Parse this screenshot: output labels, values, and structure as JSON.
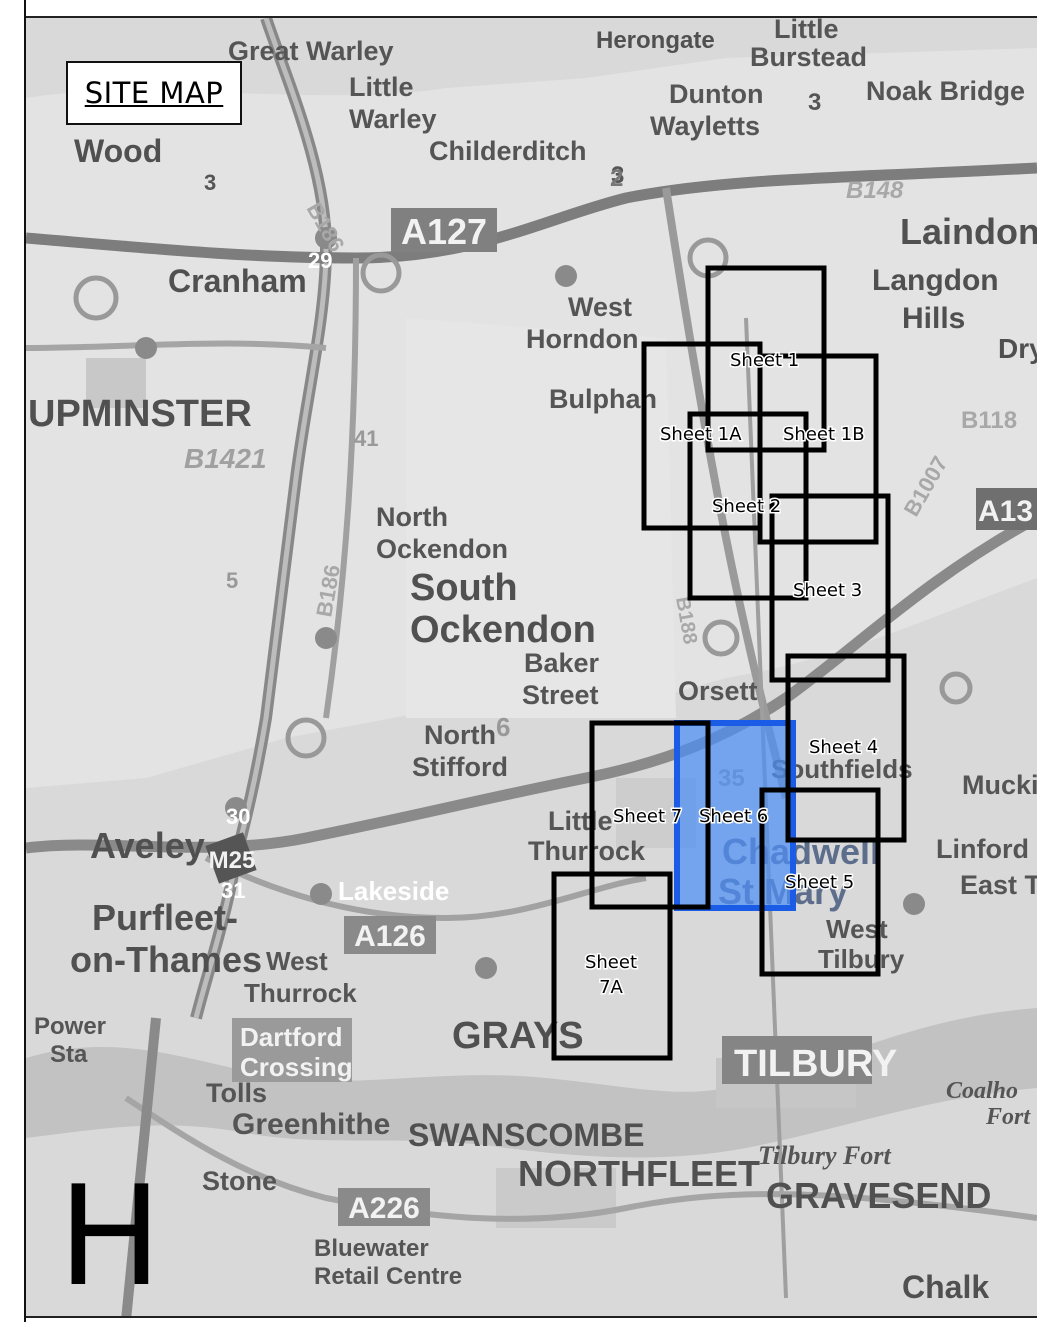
{
  "title": "SITE MAP",
  "drawing_letter": "H",
  "colors": {
    "frame": "#111111",
    "map_bg": "#dcdcdc",
    "sheet_outline": "#000000",
    "highlight_fill": "#4d8ff5",
    "highlight_stroke": "#1a5ce6"
  },
  "highlighted_sheet": "Sheet 6",
  "sheets": [
    {
      "id": "1",
      "label": "Sheet 1"
    },
    {
      "id": "1A",
      "label": "Sheet 1A"
    },
    {
      "id": "1B",
      "label": "Sheet 1B"
    },
    {
      "id": "2",
      "label": "Sheet 2"
    },
    {
      "id": "3",
      "label": "Sheet 3"
    },
    {
      "id": "4",
      "label": "Sheet 4"
    },
    {
      "id": "5",
      "label": "Sheet 5"
    },
    {
      "id": "6",
      "label": "Sheet 6"
    },
    {
      "id": "7",
      "label": "Sheet 7"
    },
    {
      "id": "7A",
      "label_line1": "Sheet",
      "label_line2": "7A"
    }
  ],
  "places": {
    "great_warley": "Great Warley",
    "little_warley_1": "Little",
    "little_warley_2": "Warley",
    "childerditch": "Childerditch",
    "little_burstead_1": "Little",
    "little_burstead_2": "Burstead",
    "dunton_1": "Dunton",
    "dunton_2": "Wayletts",
    "noak_bridge": "Noak Bridge",
    "wood": "Wood",
    "cranham": "Cranham",
    "laindon": "Laindon",
    "langdon_1": "Langdon",
    "langdon_2": "Hills",
    "west_horndon_1": "West",
    "west_horndon_2": "Horndon",
    "bulphan": "Bulphan",
    "dry": "Dry",
    "upminster": "UPMINSTER",
    "north_ockendon_1": "North",
    "north_ockendon_2": "Ockendon",
    "south_ockendon_1": "South",
    "south_ockendon_2": "Ockendon",
    "baker_street_1": "Baker",
    "baker_street_2": "Street",
    "orsett": "Orsett",
    "north_stifford_1": "North",
    "north_stifford_2": "Stifford",
    "southfields": "Southfields",
    "aveley": "Aveley",
    "little_thurrock_1": "Little",
    "little_thurrock_2": "Thurrock",
    "chadwell": "Chadwell",
    "st_mary": "St Mary",
    "linford": "Linford",
    "east_tilbury": "East Ti",
    "mucking": "Mucki",
    "purfleet_1": "Purfleet-",
    "purfleet_2": "on-Thames",
    "lakeside": "Lakeside",
    "west_thurrock_1": "West",
    "west_thurrock_2": "Thurrock",
    "west_tilbury_1": "West",
    "west_tilbury_2": "Tilbury",
    "power_1": "Power",
    "power_2": "Sta",
    "grays": "GRAYS",
    "tilbury": "TILBURY",
    "tolls": "Tolls",
    "dartford_1": "Dartford",
    "dartford_2": "Crossing",
    "greenhithe": "Greenhithe",
    "swanscombe": "SWANSCOMBE",
    "northfleet": "NORTHFLEET",
    "tilbury_fort": "Tilbury Fort",
    "gravesend": "GRAVESEND",
    "coalhouse_1": "Coalho",
    "coalhouse_2": "Fort",
    "stone": "Stone",
    "bluewater_1": "Bluewater",
    "bluewater_2": "Retail Centre",
    "chalk": "Chalk",
    "herongate": "Herongate"
  },
  "roads": {
    "a127": "A127",
    "a126": "A126",
    "a226": "A226",
    "b186_n": "B186",
    "b186_s": "B186",
    "b1421": "B1421",
    "b148": "B148",
    "b1007": "B1007",
    "b188": "B188",
    "b118": "B118",
    "a13": "A13",
    "m25": "M25",
    "j29": "29",
    "j30": "30",
    "j31": "31",
    "n3a": "3",
    "n3b": "3",
    "n3c": "3",
    "n41": "41",
    "n5": "5",
    "n6": "6",
    "n35": "35",
    "n2": "2"
  }
}
